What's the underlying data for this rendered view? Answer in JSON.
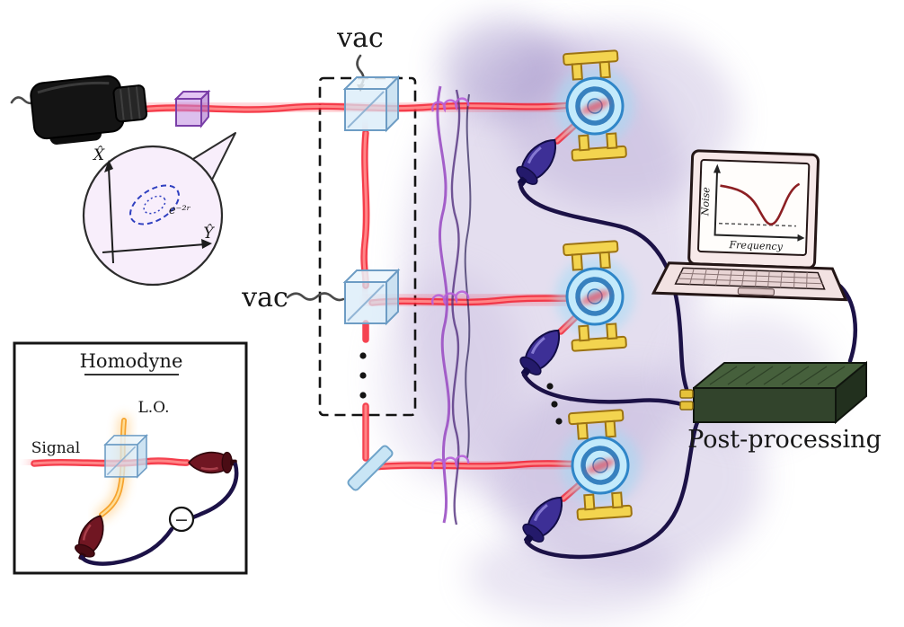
{
  "labels": {
    "vac_top": "vac",
    "vac_mid": "vac",
    "post_processing": "Post-processing"
  },
  "bubble": {
    "x_axis": "X̂",
    "y_axis": "Ŷ",
    "squeezing": "e⁻²ʳ"
  },
  "laptop": {
    "ylabel": "Noise",
    "xlabel": "Frequency"
  },
  "homodyne": {
    "title": "Homodyne",
    "signal": "Signal",
    "lo": "L.O.",
    "subtract": "−"
  },
  "colors": {
    "beam_red": "#f32232",
    "lo_orange": "#f59b1e",
    "haze_purple": "#b2a1d3",
    "splitter_blue": "#d7eaf8",
    "clamp_yellow": "#f3d44f",
    "resonator_blue": "#c3eafb",
    "detector_indigo": "#3d2f96",
    "homodyne_detector_maroon": "#701622",
    "wire_navy": "#1c1247",
    "daq_green": "#32442c",
    "noise_curve_red": "#8c1f23",
    "laptop_pink": "#f7e9e9"
  }
}
